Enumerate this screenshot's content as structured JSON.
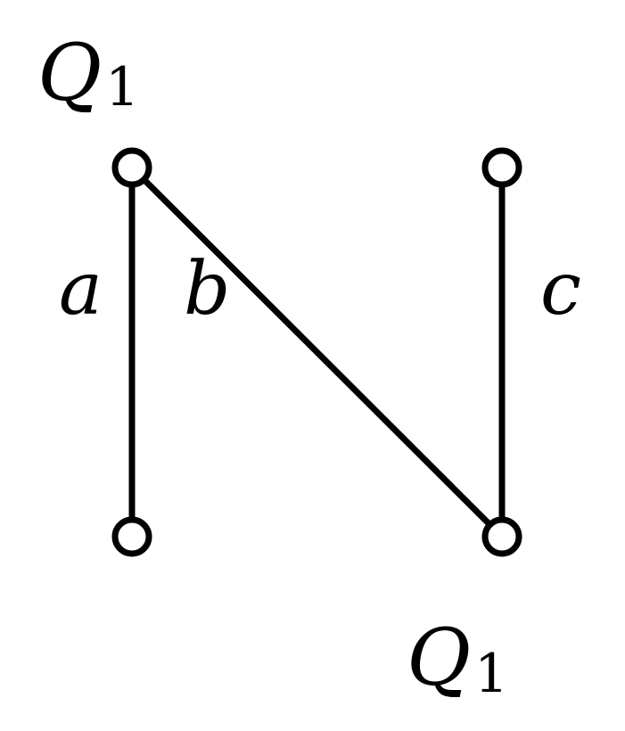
{
  "diagram": {
    "node_labels": [
      {
        "id": "top-left",
        "symbol": "Q",
        "subscript": "1"
      },
      {
        "id": "bottom-right",
        "symbol": "Q",
        "subscript": "1"
      }
    ],
    "edges": [
      {
        "id": "a",
        "label": "a",
        "from": "top-left",
        "to": "bottom-left"
      },
      {
        "id": "b",
        "label": "b",
        "from": "top-left",
        "to": "bottom-right"
      },
      {
        "id": "c",
        "label": "c",
        "from": "top-right",
        "to": "bottom-right"
      }
    ],
    "nodes": [
      "top-left",
      "top-right",
      "bottom-left",
      "bottom-right"
    ]
  }
}
